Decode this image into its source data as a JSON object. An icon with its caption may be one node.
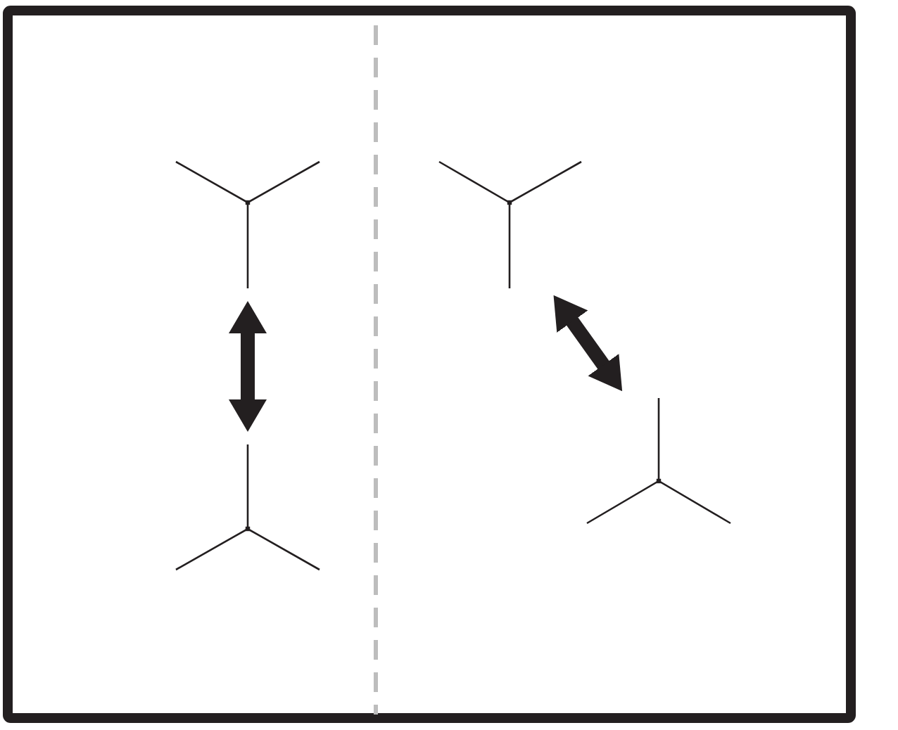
{
  "diagram": {
    "nodes": [
      {
        "text": [],
        "shape": "fork"
      },
      {
        "text": [],
        "shape": "fork"
      },
      {
        "text": [],
        "shape": "fork"
      },
      {
        "text": [],
        "shape": "fork"
      }
    ],
    "edges": [
      {
        "from": 0,
        "to": 1,
        "arrow": "both"
      },
      {
        "from": 2,
        "to": 3,
        "arrow": "both"
      }
    ]
  }
}
